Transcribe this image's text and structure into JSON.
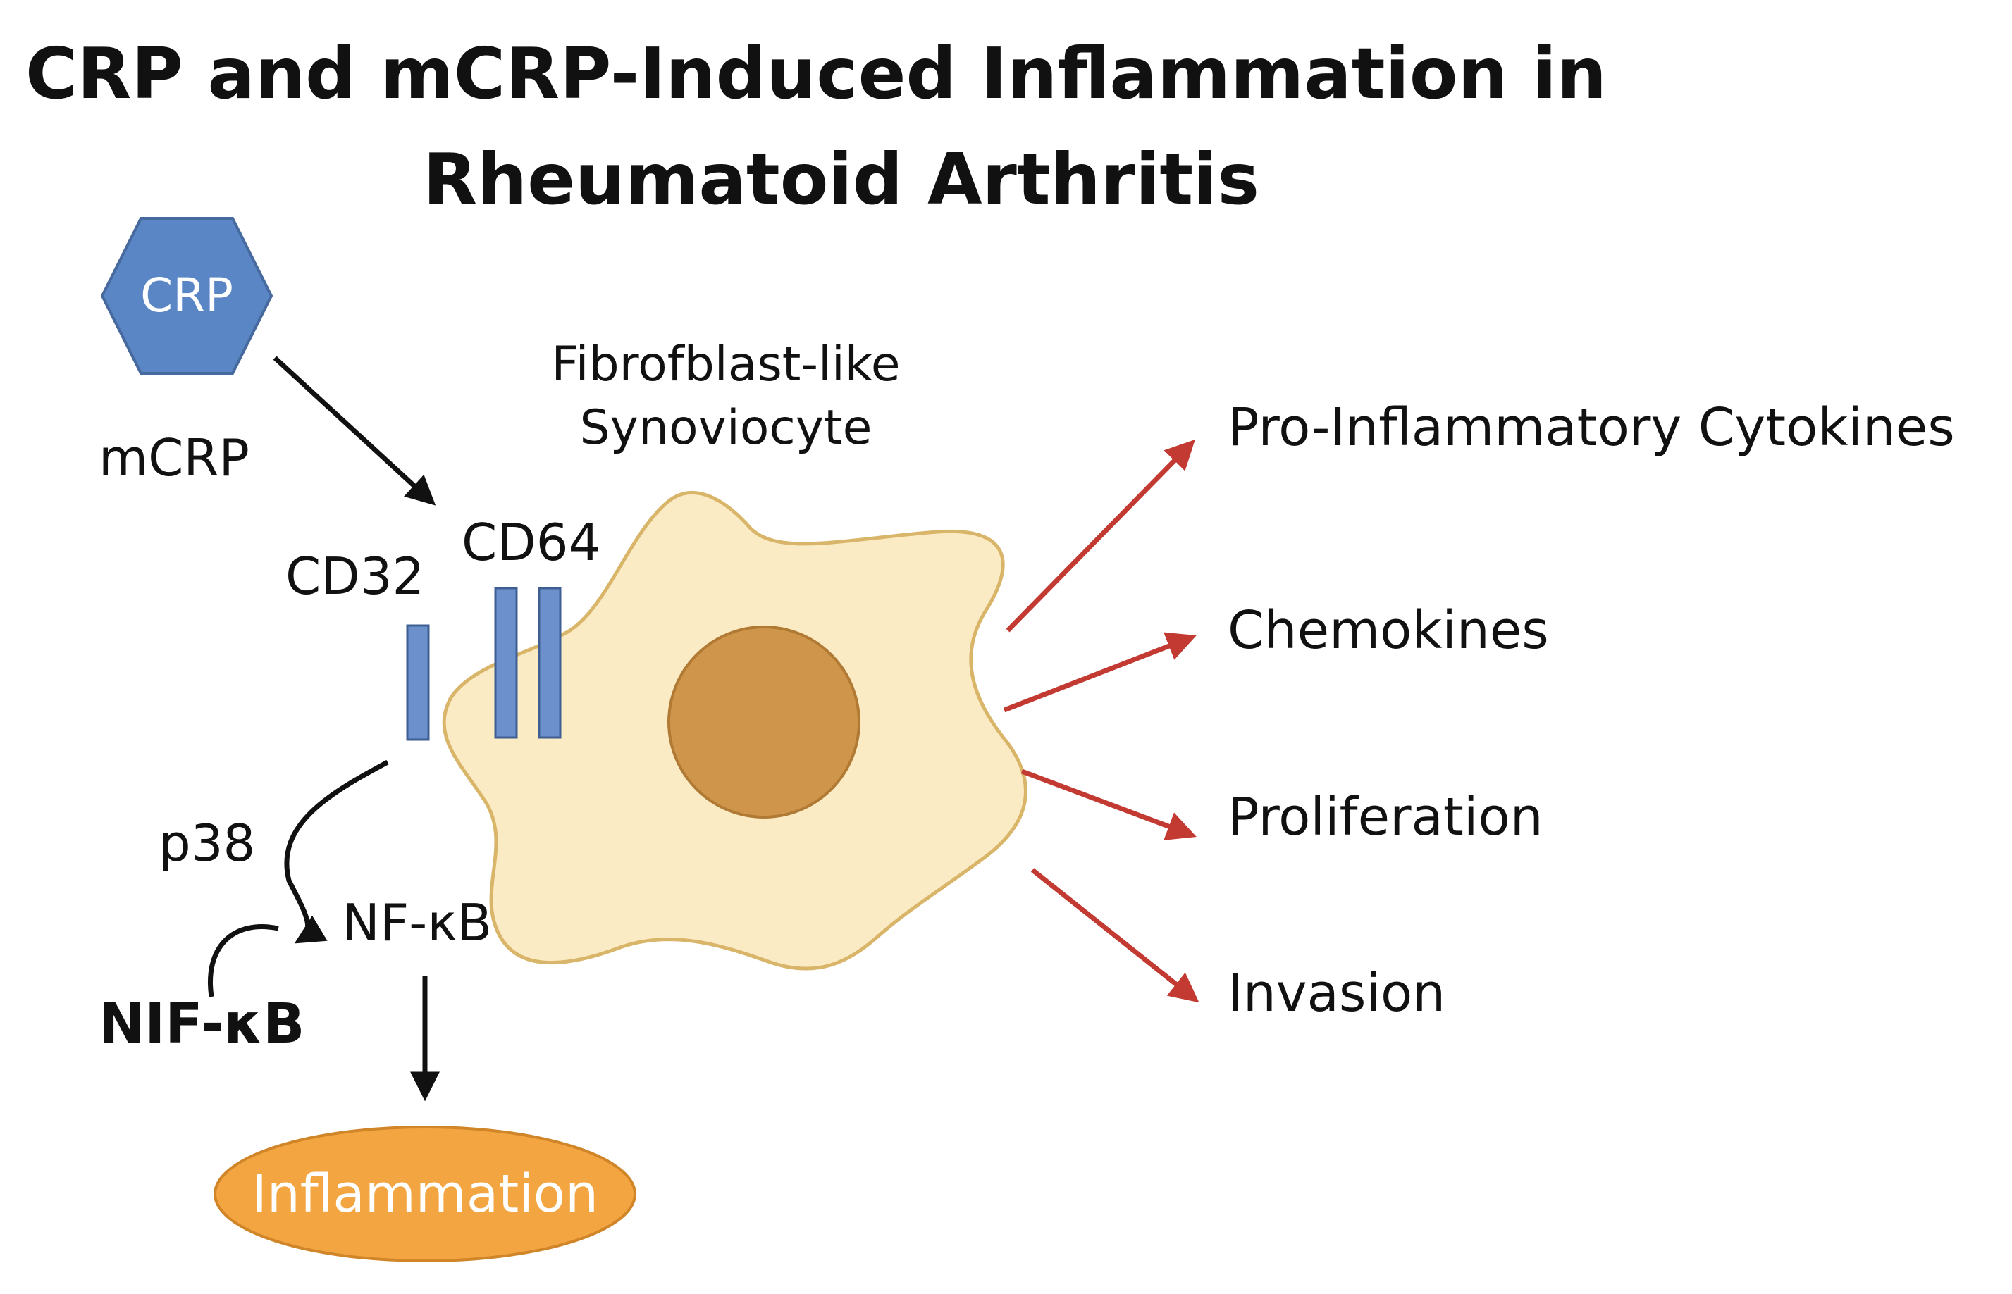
{
  "title": {
    "line1": "CRP and mCRP-Induced Inflammation in",
    "line2": "Rheumatoid Arthritis"
  },
  "labels": {
    "crp": "CRP",
    "mcrp": "mCRP",
    "cell_line1": "Fibrofblast-like",
    "cell_line2": "Synoviocyte",
    "cd32": "CD32",
    "cd64": "CD64",
    "p38": "p38",
    "nfkb": "NF-κB",
    "nifkb": "NIF-κB",
    "inflammation": "Inflammation"
  },
  "outputs": [
    {
      "label": "Pro-Inflammatory Cytokines"
    },
    {
      "label": "Chemokines"
    },
    {
      "label": "Proliferation"
    },
    {
      "label": "Invasion"
    }
  ],
  "colors": {
    "crp_fill": "#5b86c6",
    "receptor_fill": "#6b90cc",
    "cell_fill": "#fbebc4",
    "cell_stroke": "#d9b56a",
    "nucleus_fill": "#cf954a",
    "inflammation_fill": "#f2a540",
    "arrow_red": "#c23a32",
    "arrow_black": "#111111"
  }
}
